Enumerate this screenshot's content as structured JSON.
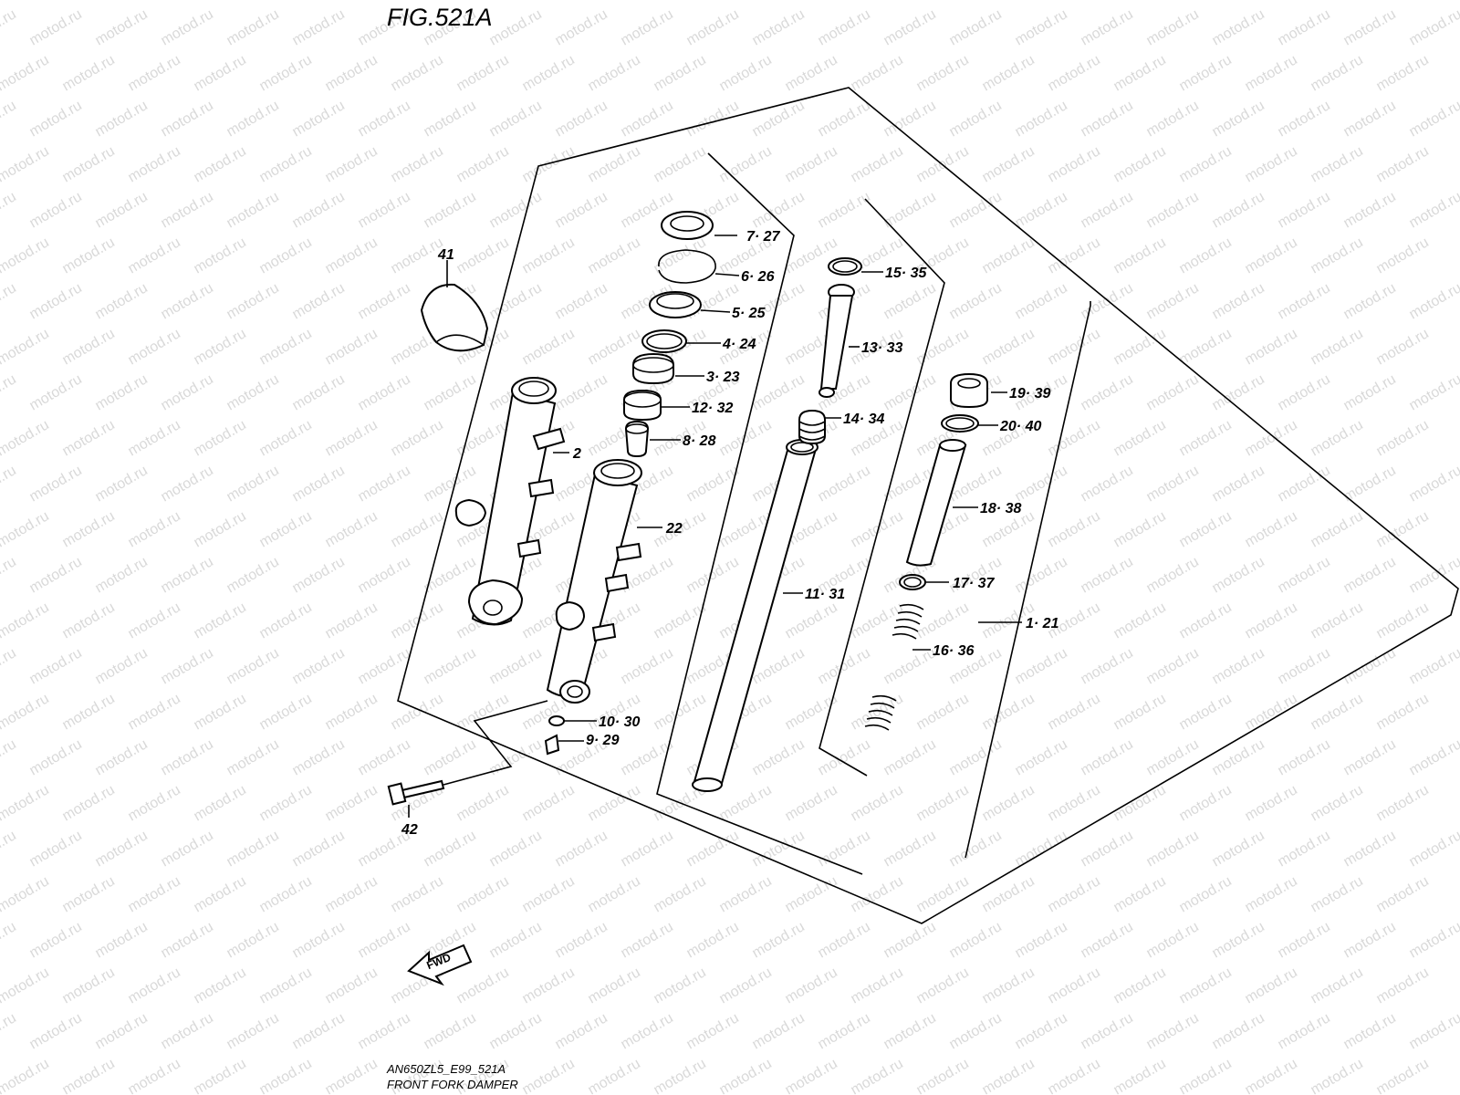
{
  "figure": {
    "title": "FIG.521A",
    "drawing_code": "AN650ZL5_E99_521A",
    "caption": "FRONT FORK DAMPER",
    "direction_label": "FWD",
    "watermark": "motod.ru"
  },
  "callouts": [
    {
      "id": "c-7-27",
      "text": "7· 27"
    },
    {
      "id": "c-6-26",
      "text": "6· 26"
    },
    {
      "id": "c-5-25",
      "text": "5· 25"
    },
    {
      "id": "c-4-24",
      "text": "4· 24"
    },
    {
      "id": "c-3-23",
      "text": "3· 23"
    },
    {
      "id": "c-12-32",
      "text": "12· 32"
    },
    {
      "id": "c-8-28",
      "text": "8· 28"
    },
    {
      "id": "c-2",
      "text": "2"
    },
    {
      "id": "c-22",
      "text": "22"
    },
    {
      "id": "c-41",
      "text": "41"
    },
    {
      "id": "c-15-35",
      "text": "15· 35"
    },
    {
      "id": "c-13-33",
      "text": "13· 33"
    },
    {
      "id": "c-14-34",
      "text": "14· 34"
    },
    {
      "id": "c-19-39",
      "text": "19· 39"
    },
    {
      "id": "c-20-40",
      "text": "20· 40"
    },
    {
      "id": "c-18-38",
      "text": "18· 38"
    },
    {
      "id": "c-11-31",
      "text": "11· 31"
    },
    {
      "id": "c-17-37",
      "text": "17· 37"
    },
    {
      "id": "c-1-21",
      "text": "1· 21"
    },
    {
      "id": "c-16-36",
      "text": "16· 36"
    },
    {
      "id": "c-10-30",
      "text": "10· 30"
    },
    {
      "id": "c-9-29",
      "text": "9· 29"
    },
    {
      "id": "c-42",
      "text": "42"
    }
  ]
}
